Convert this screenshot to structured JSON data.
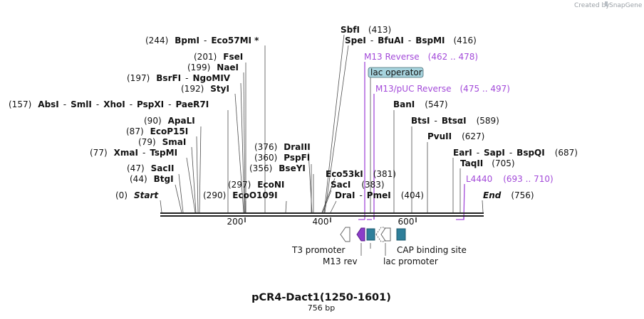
{
  "credit": {
    "prefix": "Created by",
    "brand": "SnapGene"
  },
  "map": {
    "title": "pCR4-Dact1(1250-1601)",
    "length": "756 bp",
    "axis_ticks": [
      "200",
      "400",
      "600"
    ]
  },
  "sites": [
    {
      "pos": "(244)",
      "names": [
        "BpmI",
        "Eco57MI *"
      ]
    },
    {
      "pos": "(201)",
      "names": [
        "FseI"
      ]
    },
    {
      "pos": "(199)",
      "names": [
        "NaeI"
      ]
    },
    {
      "pos": "(197)",
      "names": [
        "BsrFI",
        "NgoMIV"
      ]
    },
    {
      "pos": "(192)",
      "names": [
        "StyI"
      ]
    },
    {
      "pos": "(157)",
      "names": [
        "AbsI",
        "SmlI",
        "XhoI",
        "PspXI",
        "PaeR7I"
      ]
    },
    {
      "pos": "(90)",
      "names": [
        "ApaLI"
      ]
    },
    {
      "pos": "(87)",
      "names": [
        "EcoP15I"
      ]
    },
    {
      "pos": "(79)",
      "names": [
        "SmaI"
      ]
    },
    {
      "pos": "(77)",
      "names": [
        "XmaI",
        "TspMI"
      ]
    },
    {
      "pos": "(47)",
      "names": [
        "SacII"
      ]
    },
    {
      "pos": "(44)",
      "names": [
        "BtgI"
      ]
    },
    {
      "pos": "(0)",
      "names": [
        "Start"
      ]
    },
    {
      "pos": "(290)",
      "names": [
        "EcoO109I"
      ]
    },
    {
      "pos": "(297)",
      "names": [
        "EcoNI"
      ]
    },
    {
      "pos": "(356)",
      "names": [
        "BseYI"
      ]
    },
    {
      "pos": "(360)",
      "names": [
        "PspFI"
      ]
    },
    {
      "pos": "(376)",
      "names": [
        "DraIII"
      ]
    },
    {
      "pos": "(413)",
      "names": [
        "SbfI"
      ]
    },
    {
      "pos": "(416)",
      "names": [
        "SpeI",
        "BfuAI",
        "BspMI"
      ]
    },
    {
      "pos": "(381)",
      "names": [
        "Eco53kI"
      ]
    },
    {
      "pos": "(383)",
      "names": [
        "SacI"
      ]
    },
    {
      "pos": "(404)",
      "names": [
        "DraI",
        "PmeI"
      ]
    },
    {
      "pos": "(547)",
      "names": [
        "BanI"
      ]
    },
    {
      "pos": "(589)",
      "names": [
        "BtsI",
        "BtsαI"
      ]
    },
    {
      "pos": "(627)",
      "names": [
        "PvuII"
      ]
    },
    {
      "pos": "(687)",
      "names": [
        "EarI",
        "SapI",
        "BspQI"
      ]
    },
    {
      "pos": "(705)",
      "names": [
        "TaqII"
      ]
    },
    {
      "pos": "(756)",
      "names": [
        "End"
      ]
    }
  ],
  "primers": [
    {
      "name": "M13 Reverse",
      "range": "(462 .. 478)"
    },
    {
      "name": "M13/pUC Reverse",
      "range": "(475 .. 497)"
    },
    {
      "name": "L4440",
      "range": "(693 .. 710)"
    }
  ],
  "lac_operator": "lac operator",
  "features": {
    "t3": "T3 promoter",
    "m13rev": "M13 rev",
    "lacprom": "lac promoter",
    "cap": "CAP binding site"
  },
  "colors": {
    "primer": "#a34ad9",
    "feature_teal": "#2e7f9a",
    "operator_fill": "#a7d4de",
    "m13rev_fill": "#8b3dc9"
  }
}
